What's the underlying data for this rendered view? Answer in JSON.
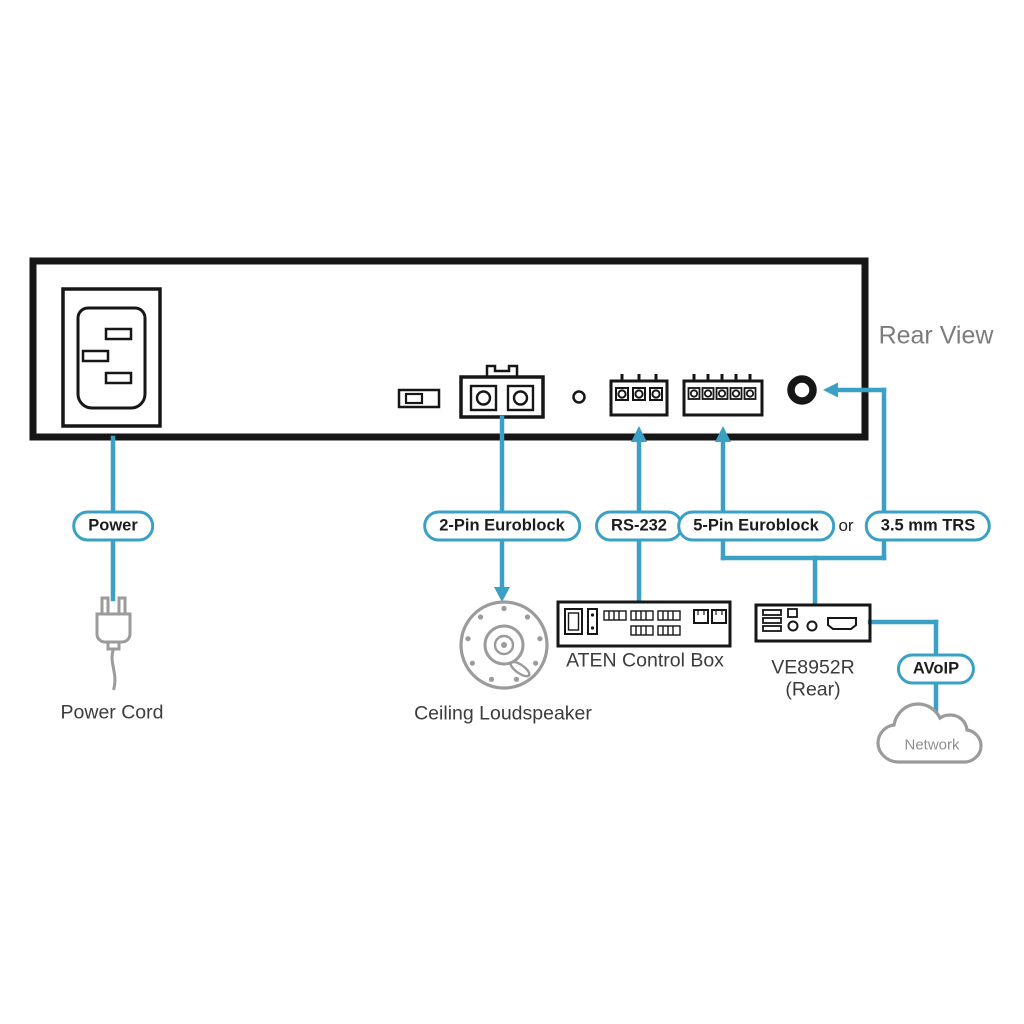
{
  "colors": {
    "accent": "#3aa0c6",
    "panel_border": "#161616",
    "gray_icon": "#9b9b9b",
    "label_text": "#3c3c3c",
    "muted_text": "#7c7c7c"
  },
  "panel": {
    "rear_view_label": "Rear View"
  },
  "connections": {
    "power": {
      "label": "Power"
    },
    "euroblock_2pin": {
      "label": "2-Pin Euroblock"
    },
    "rs232": {
      "label": "RS-232"
    },
    "euroblock_5pin": {
      "label": "5-Pin Euroblock"
    },
    "or_label": "or",
    "trs": {
      "label": "3.5 mm TRS"
    },
    "avoip": {
      "label": "AVoIP"
    }
  },
  "devices": {
    "power_cord": {
      "label": "Power Cord"
    },
    "ceiling_loudspeaker": {
      "label": "Ceiling Loudspeaker"
    },
    "aten_control_box": {
      "label": "ATEN Control Box"
    },
    "ve8952r": {
      "label": "VE8952R",
      "sublabel": "(Rear)"
    },
    "network": {
      "label": "Network"
    }
  }
}
